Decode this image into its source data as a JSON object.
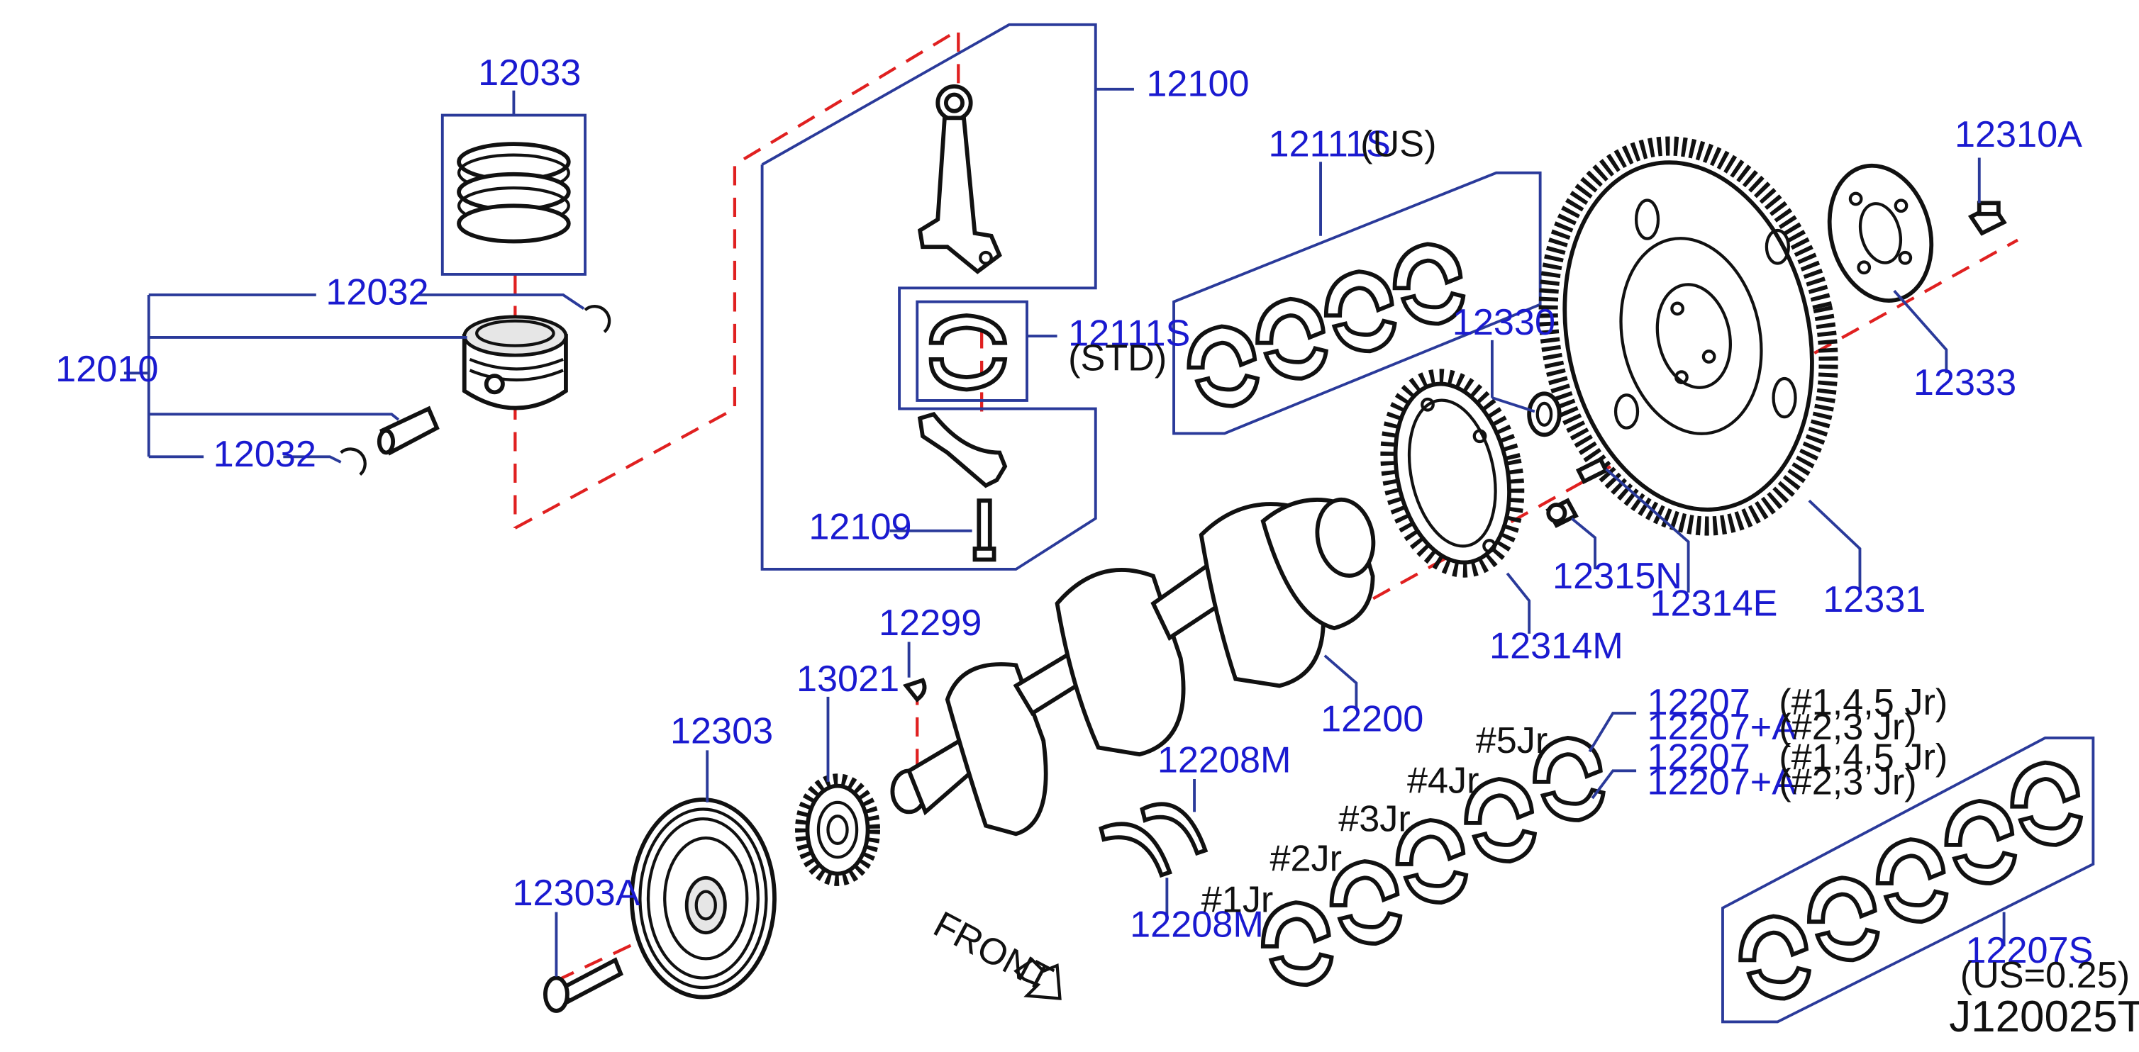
{
  "colors": {
    "callout": "#1a1ad0",
    "frame": "#2a3a9a",
    "axis": "#e02020",
    "ink": "#111111"
  },
  "callouts": {
    "p12033": "12033",
    "p12032_top": "12032",
    "p12010": "12010",
    "p12032_bottom": "12032",
    "p12100": "12100",
    "p12111S_std": "12111S",
    "p12109": "12109",
    "p12111S_us": "12111S",
    "p12330": "12330",
    "p12310A": "12310A",
    "p12333": "12333",
    "p12315N": "12315N",
    "p12314E": "12314E",
    "p12331": "12331",
    "p12314M": "12314M",
    "p12200": "12200",
    "p12299": "12299",
    "p13021": "13021",
    "p12303": "12303",
    "p12303A": "12303A",
    "p12208M_top": "12208M",
    "p12208M_bottom": "12208M",
    "p12207_a": "12207",
    "p12207A_a": "12207+A",
    "p12207_b": "12207",
    "p12207A_b": "12207+A",
    "p12207S": "12207S"
  },
  "notes": {
    "us": "(US)",
    "std": "(STD)",
    "jr145_a": "(#1,4,5   Jr)",
    "jr23_a": "(#2,3   Jr)",
    "jr145_b": "(#1,4,5   Jr)",
    "jr23_b": "(#2,3   Jr)",
    "us025": "(US=0.25)",
    "jr1": "#1Jr",
    "jr2": "#2Jr",
    "jr3": "#3Jr",
    "jr4": "#4Jr",
    "jr5": "#5Jr",
    "front": "FRONT",
    "diagram_id": "J120025T"
  },
  "icons": {
    "front_arrow": "front-direction-arrow-icon"
  }
}
